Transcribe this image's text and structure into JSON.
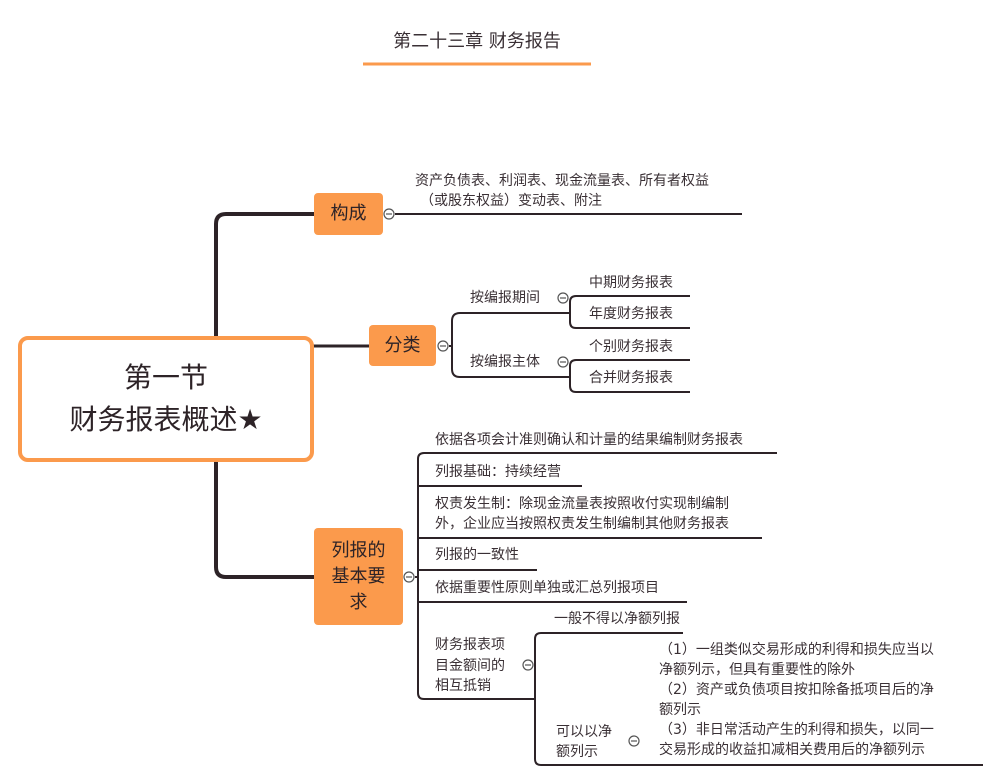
{
  "title": "第二十三章 财务报告",
  "root": {
    "line1": "第一节",
    "line2": "财务报表概述★"
  },
  "branches": {
    "composition": {
      "label": "构成",
      "text1": "资产负债表、利润表、现金流量表、所有者权益",
      "text2": "（或股东权益）变动表、附注"
    },
    "classification": {
      "label": "分类",
      "by_period": {
        "label": "按编报期间",
        "items": [
          "中期财务报表",
          "年度财务报表"
        ]
      },
      "by_entity": {
        "label": "按编报主体",
        "items": [
          "个别财务报表",
          "合并财务报表"
        ]
      }
    },
    "requirements": {
      "label_lines": [
        "列报的",
        "基本要",
        "求"
      ],
      "items": [
        "依据各项会计准则确认和计量的结果编制财务报表",
        "列报基础：持续经营",
        "权责发生制：除现金流量表按照收付实现制编制",
        "外，企业应当按照权责发生制编制其他财务报表",
        "列报的一致性",
        "依据重要性原则单独或汇总列报项目"
      ],
      "offset": {
        "label_lines": [
          "财务报表项",
          "目金额间的",
          "相互抵销"
        ],
        "general": "一般不得以净额列报",
        "allowed_label_lines": [
          "可以以净",
          "额列示"
        ],
        "allowed_lines": [
          "（1）一组类似交易形成的利得和损失应当以",
          "净额列示，但具有重要性的除外",
          "（2）资产或负债项目按扣除备抵项目后的净",
          "额列示",
          "（3）非日常活动产生的利得和损失，以同一",
          "交易形成的收益扣减相关费用后的净额列示"
        ]
      }
    }
  },
  "colors": {
    "accent": "#fb9a4c",
    "line": "#2d2327"
  }
}
